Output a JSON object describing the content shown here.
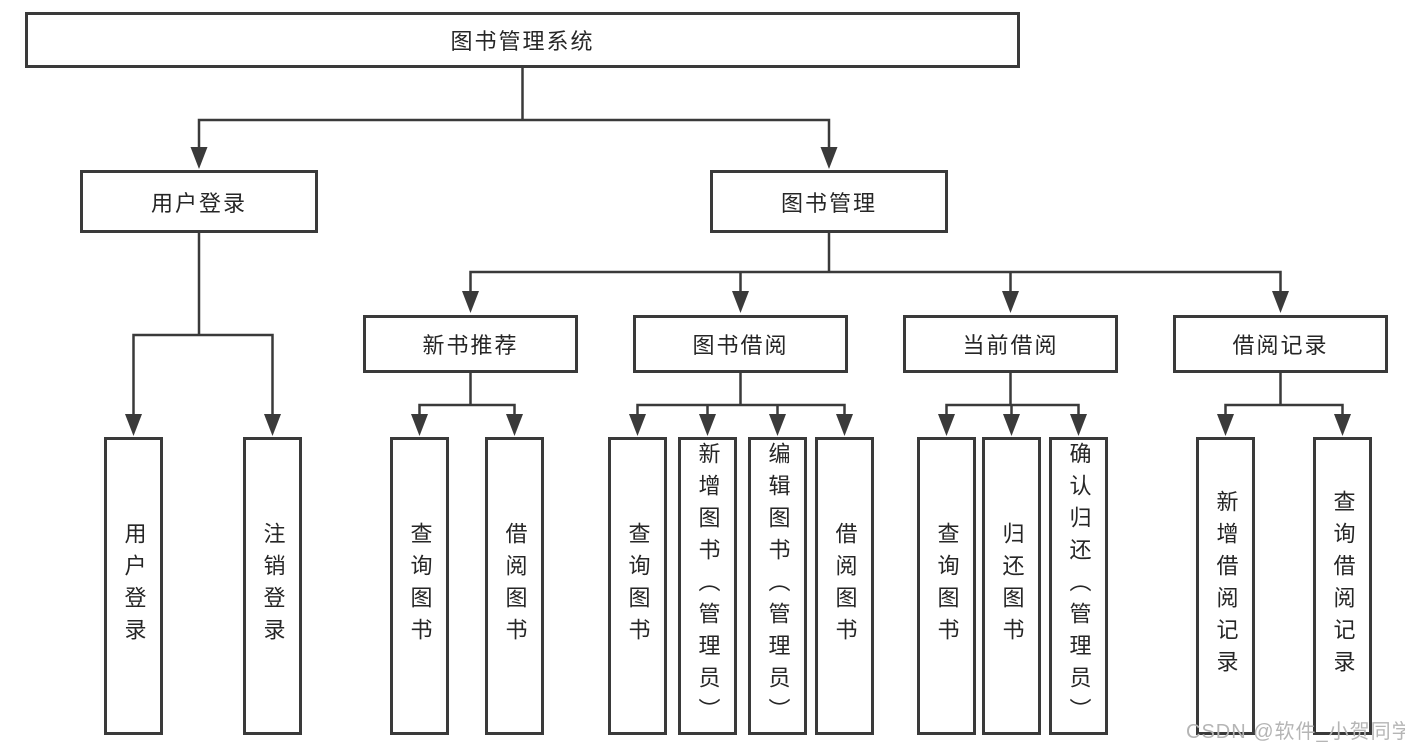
{
  "diagram": {
    "root": {
      "label": "图书管理系统"
    },
    "branches": [
      {
        "label": "用户登录",
        "children": [
          "用户登录",
          "注销登录"
        ]
      },
      {
        "label": "图书管理",
        "groups": [
          {
            "label": "新书推荐",
            "children": [
              "查询图书",
              "借阅图书"
            ]
          },
          {
            "label": "图书借阅",
            "children": [
              "查询图书",
              "新增图书（管理员）",
              "编辑图书（管理员）",
              "借阅图书"
            ]
          },
          {
            "label": "当前借阅",
            "children": [
              "查询图书",
              "归还图书",
              "确认归还（管理员）"
            ]
          },
          {
            "label": "借阅记录",
            "children": [
              "新增借阅记录",
              "查询借阅记录"
            ]
          }
        ]
      }
    ],
    "watermark": "CSDN @软件_小贺同学",
    "colors": {
      "line": "#3a3a3a",
      "box_border": "#3a3a3a",
      "box_fill": "#ffffff",
      "text": "#262626",
      "watermark": "#b5b5b5",
      "background": "#ffffff"
    }
  }
}
